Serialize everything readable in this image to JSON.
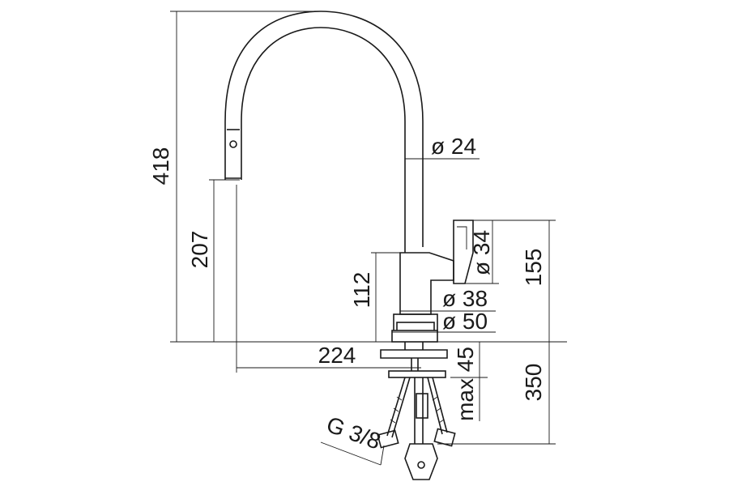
{
  "dimensions": {
    "total_height": "418",
    "hand_shower_height": "207",
    "base_height": "112",
    "spout_diameter": "ø 24",
    "lever_diameter": "ø 34",
    "body_diameter": "ø 38",
    "base_diameter": "ø 50",
    "reach": "224",
    "lever_height": "155",
    "deck_thickness": "max 45",
    "hose_length": "350",
    "thread": "G 3/8"
  },
  "colors": {
    "line": "#1a1a1a",
    "background": "#ffffff"
  }
}
